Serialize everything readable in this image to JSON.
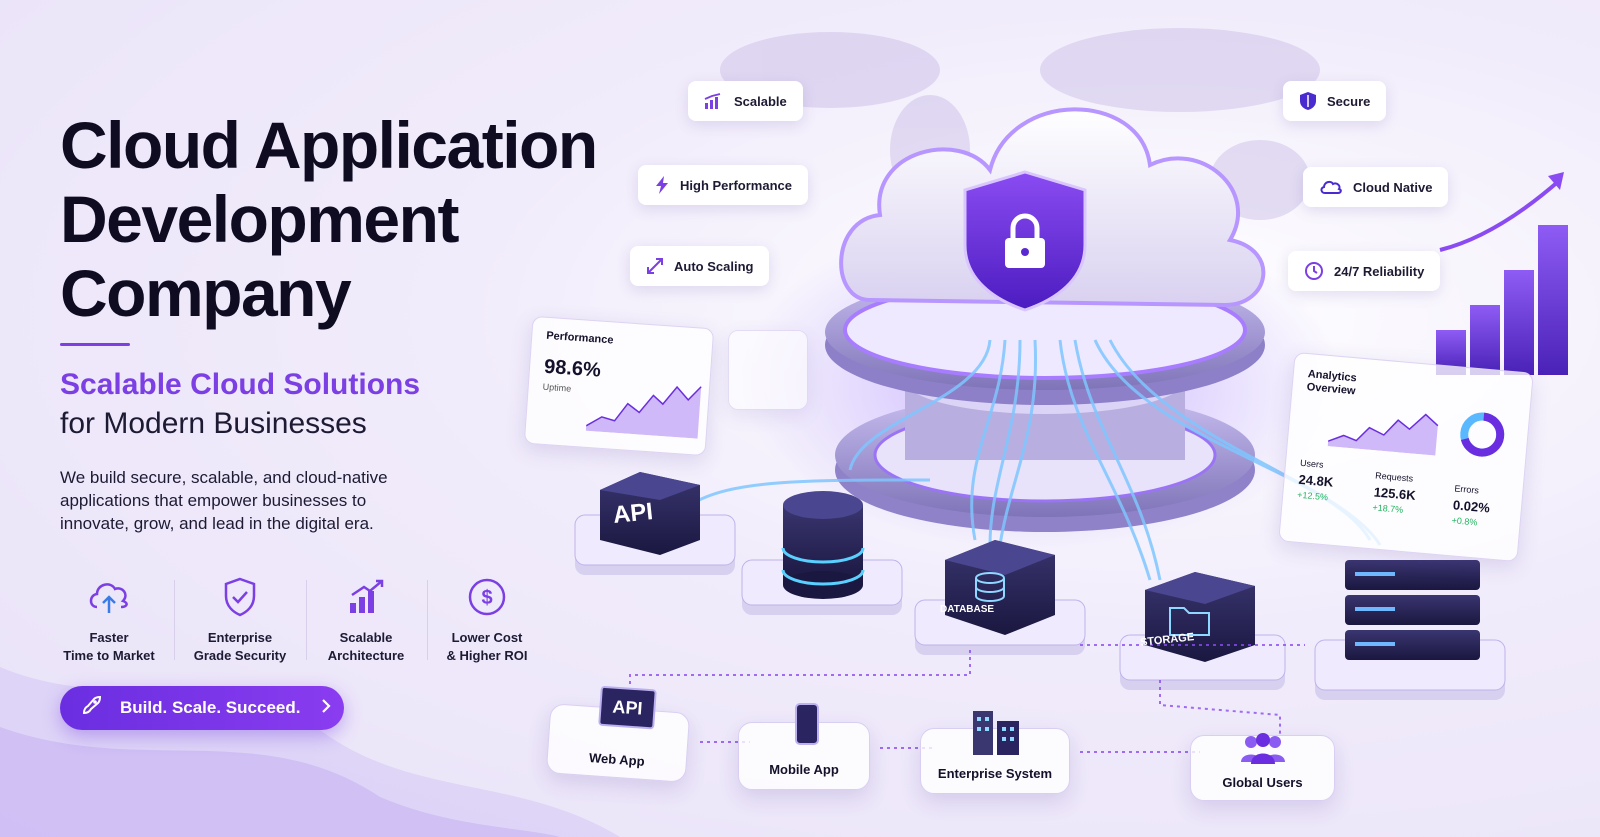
{
  "hero": {
    "title_line1": "Cloud Application",
    "title_line2": "Development",
    "title_line3": "Company",
    "subtitle_accent": "Scalable Cloud Solutions",
    "subtitle_rest": "for Modern Businesses",
    "description": "We build secure, scalable, and cloud-native applications that empower businesses to innovate, grow, and lead in the digital era."
  },
  "features": [
    {
      "line1": "Faster",
      "line2": "Time to Market",
      "icon": "cloud-upload-icon"
    },
    {
      "line1": "Enterprise",
      "line2": "Grade Security",
      "icon": "shield-check-icon"
    },
    {
      "line1": "Scalable",
      "line2": "Architecture",
      "icon": "growth-chart-icon"
    },
    {
      "line1": "Lower Cost",
      "line2": "& Higher ROI",
      "icon": "dollar-icon"
    }
  ],
  "cta": {
    "label": "Build. Scale. Succeed.",
    "icon": "rocket-icon"
  },
  "badges": {
    "scalable": "Scalable",
    "high_performance": "High Performance",
    "auto_scaling": "Auto Scaling",
    "secure": "Secure",
    "cloud_native": "Cloud Native",
    "reliability": "24/7 Reliability"
  },
  "performance_panel": {
    "title": "Performance",
    "value": "98.6%",
    "caption": "Uptime"
  },
  "analytics_panel": {
    "title_line1": "Analytics",
    "title_line2": "Overview",
    "users_label": "Users",
    "users_value": "24.8K",
    "users_delta": "+12.5%",
    "requests_label": "Requests",
    "requests_value": "125.6K",
    "requests_delta": "+18.7%",
    "errors_label": "Errors",
    "errors_value": "0.02%",
    "errors_delta": "+0.8%"
  },
  "infrastructure": {
    "api_block": "API",
    "database_label": "DATABASE",
    "storage_label": "STORAGE"
  },
  "clients": {
    "web_app": "Web App",
    "web_app_screen": "API",
    "mobile_app": "Mobile App",
    "enterprise_system": "Enterprise System",
    "global_users": "Global Users"
  },
  "colors": {
    "accent": "#7b3fe4",
    "dark": "#0f0c22",
    "positive": "#22b35e"
  }
}
